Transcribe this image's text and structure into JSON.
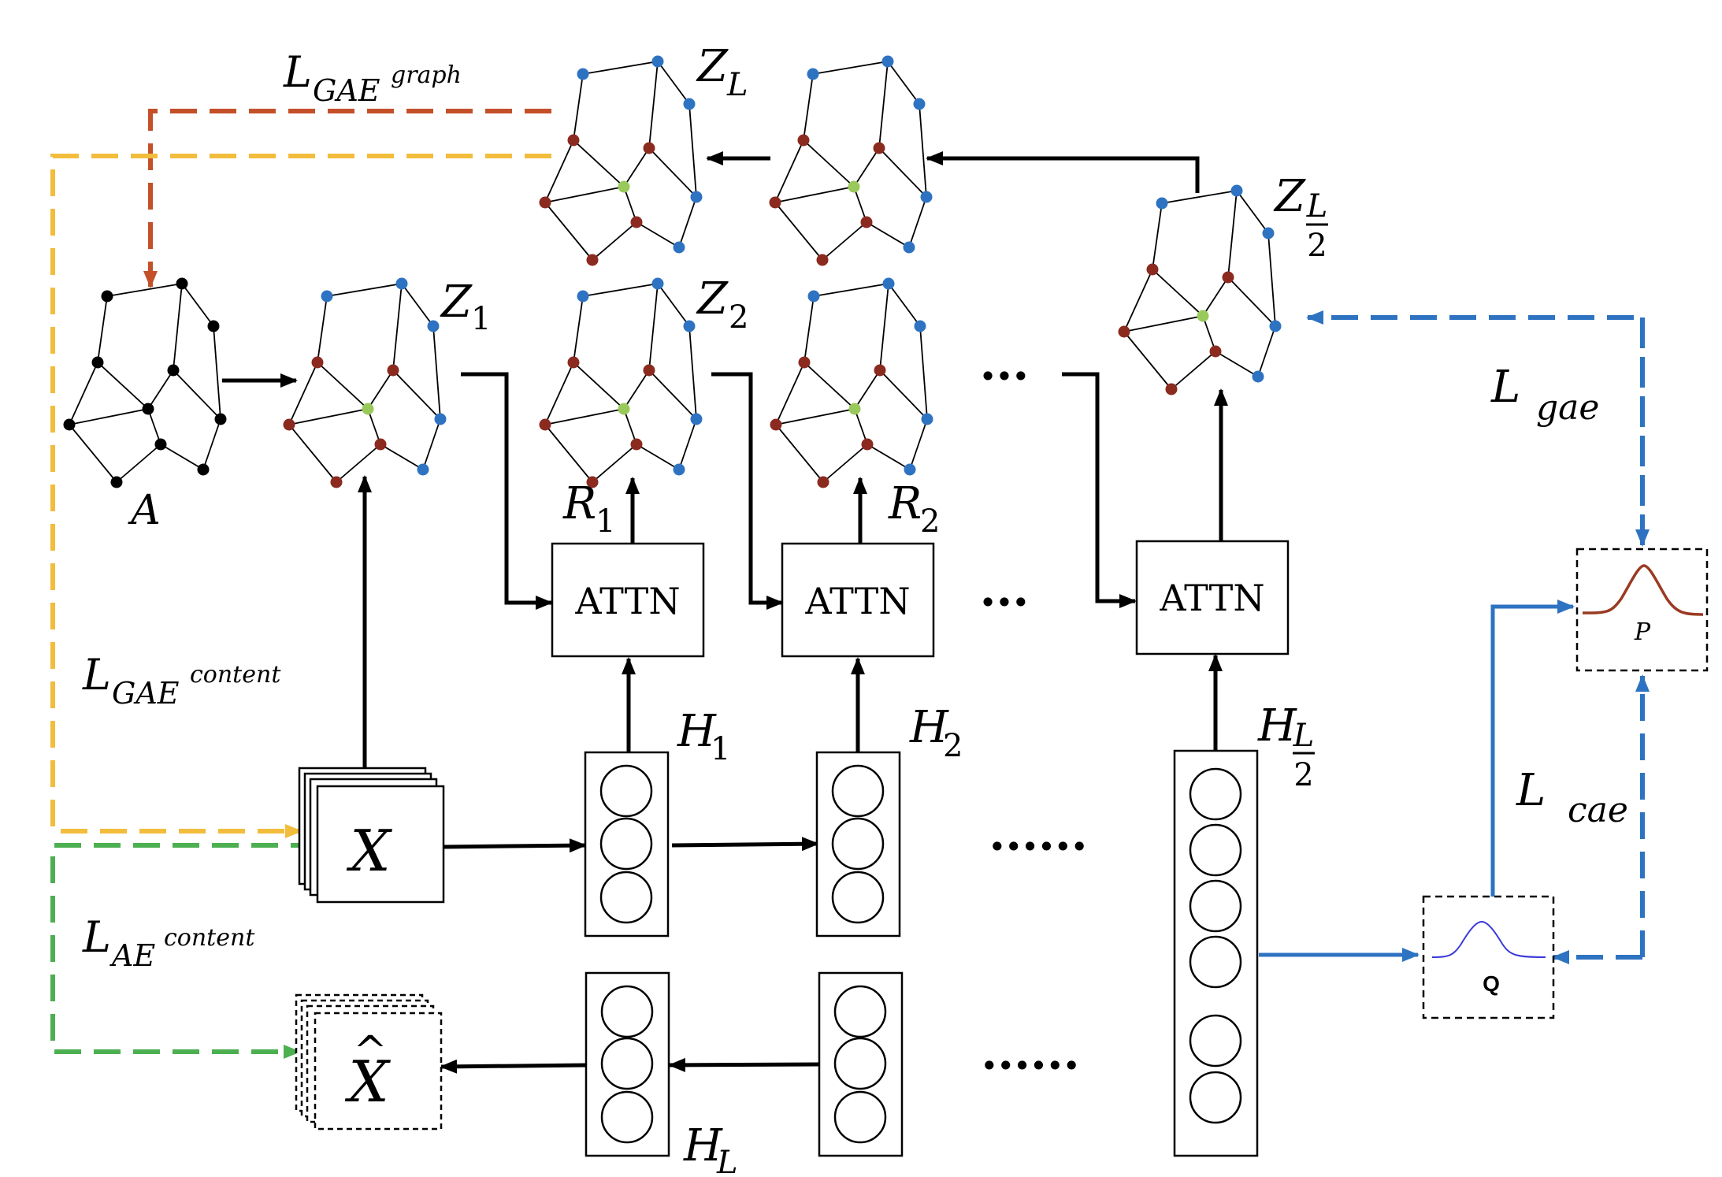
{
  "graph_labels": {
    "A": "A",
    "Z1_main": "Z",
    "Z1_sub": "1",
    "Z2_main": "Z",
    "Z2_sub": "2",
    "ZL_main": "Z",
    "ZL_sub": "L",
    "ZhalfL_main": "Z",
    "ZhalfL_num": "L",
    "ZhalfL_den": "2"
  },
  "attention": {
    "attn1": "ATTN",
    "attn2": "ATTN",
    "attn3": "ATTN",
    "R1_main": "R",
    "R1_sub": "1",
    "R2_main": "R",
    "R2_sub": "2"
  },
  "layers": {
    "H1_main": "H",
    "H1_sub": "1",
    "H2_main": "H",
    "H2_sub": "2",
    "HhalfL_main": "H",
    "HhalfL_num": "L",
    "HhalfL_den": "2",
    "HL_main": "H",
    "HL_sub": "L",
    "X": "X",
    "Xhat": "X",
    "hat_mark": "^",
    "ellipsis_top": "···",
    "ellipsis_mid": "···",
    "ellipsis_encoder": "······",
    "ellipsis_decoder": "······"
  },
  "losses": {
    "gae_graph_main": "L",
    "gae_graph_sub": "GAE",
    "gae_graph_sup": "graph",
    "gae_content_main": "L",
    "gae_content_sub": "GAE",
    "gae_content_sup": "content",
    "ae_content_main": "L",
    "ae_content_sub": "AE",
    "ae_content_sup": "content",
    "gae_main": "L",
    "gae_sub": "gae",
    "cae_main": "L",
    "cae_sub": "cae"
  },
  "distributions": {
    "P": "P",
    "Q": "Q"
  },
  "colors": {
    "graph_loss": "#c4502a",
    "gae_content_loss": "#f2bd3c",
    "ae_content_loss": "#4caf50",
    "clustering": "#2e73c2",
    "node_blue": "#2e73c2",
    "node_red": "#8b2a1f",
    "node_green": "#98c95a",
    "node_black": "#000000",
    "p_curve": "#9a3a22",
    "q_curve": "#3a3ad8"
  }
}
